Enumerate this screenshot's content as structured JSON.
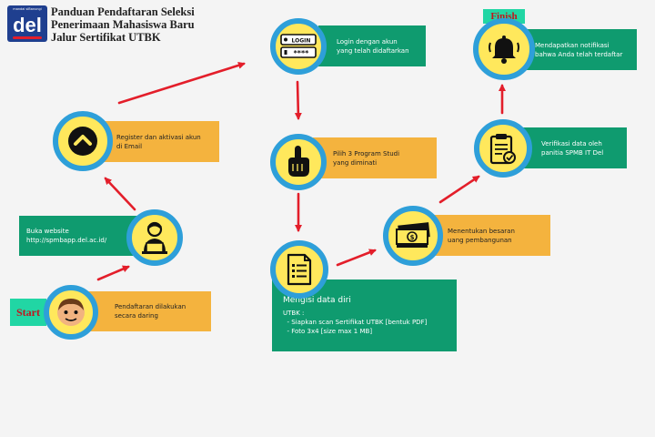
{
  "header": {
    "logo_tagline": "mandai siBanungi",
    "logo_word": "del",
    "title_lines": [
      "Panduan Pendaftaran Seleksi",
      "Penerimaan Mahasiswa Baru",
      "Jalur Sertifikat UTBK"
    ]
  },
  "tags": {
    "start": "Start",
    "finish": "Finish"
  },
  "icons": {
    "login_badge": "LOGIN",
    "password_badge": "****",
    "money_badge": "$"
  },
  "steps": {
    "pendaftaran": {
      "lines": [
        "Pendaftaran dilakukan",
        "secara daring"
      ],
      "icon": "person-face-icon"
    },
    "website": {
      "lines": [
        "Buka website",
        "http://spmbapp.del.ac.id/"
      ],
      "icon": "person-laptop-icon"
    },
    "register": {
      "lines": [
        "Register dan aktivasi akun",
        "di Email"
      ],
      "icon": "chevron-up-icon"
    },
    "login": {
      "lines": [
        "Login dengan akun",
        "yang telah didaftarkan"
      ],
      "icon": "login-form-icon"
    },
    "prodi": {
      "lines": [
        "Pilih 3 Program Studi",
        "yang diminati"
      ],
      "icon": "hand-pointer-icon"
    },
    "mengisi": {
      "title": "Mengisi data diri",
      "lines": [
        "UTBK :",
        "  - Siapkan scan Sertifikat UTBK [bentuk PDF]",
        "  - Foto 3x4 [size max 1 MB]"
      ],
      "icon": "document-icon"
    },
    "biaya": {
      "lines": [
        "Menentukan besaran",
        "uang pembangunan"
      ],
      "icon": "money-icon"
    },
    "verifikasi": {
      "lines": [
        "Verifikasi data oleh",
        "panitia SPMB IT Del"
      ],
      "icon": "clipboard-check-icon"
    },
    "notifikasi": {
      "lines": [
        "Mendapatkan notifikasi",
        "bahwa Anda telah terdaftar"
      ],
      "icon": "bell-icon"
    }
  },
  "colors": {
    "circle_fill": "#ffe85c",
    "circle_ring": "#2e9fd9",
    "orange_box": "#f4b33e",
    "green_box": "#0f9b6f",
    "tag_bg": "#21d6a4",
    "tag_text": "#c2141e",
    "arrow": "#e31e2a"
  }
}
